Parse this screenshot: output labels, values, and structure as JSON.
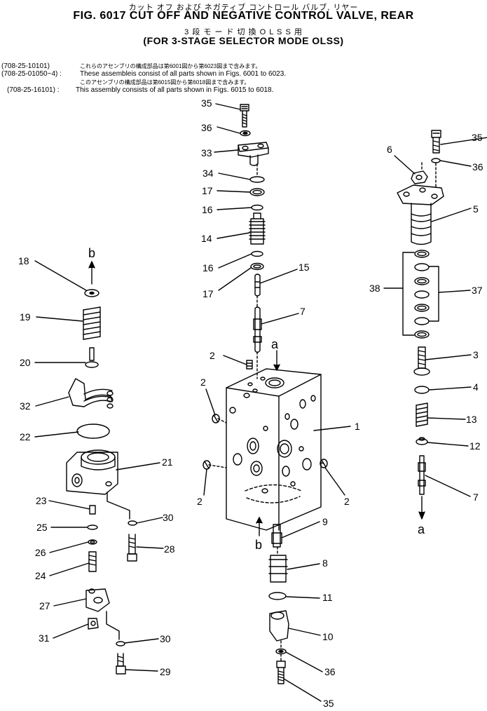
{
  "header": {
    "title_jp": "カット オフ および ネガティブ コントロール バルブ, リヤー",
    "title": "FIG. 6017  CUT OFF AND NEGATIVE CONTROL VALVE, REAR",
    "subtitle_jp": "3 段 モ ー ド 切 換 O L S S 用",
    "subtitle": "(FOR 3-STAGE SELECTOR MODE OLSS)"
  },
  "notes": [
    {
      "code": "(708-25-10101)",
      "text": "これらのアセンブリの構成部品は第6001図から第6023図まで含みます。"
    },
    {
      "code": "(708-25-01050~4) :",
      "text": "These assembleis consist of all parts shown in Figs. 6001 to 6023."
    },
    {
      "code": "",
      "text": "このアセンブリの構成部品は第6015図から第6018図まで含みます。"
    },
    {
      "code": "(708-25-16101) :",
      "text": "This assembly consists of all parts shown in Figs. 6015 to 6018."
    }
  ],
  "callouts": {
    "c35a": "35",
    "c36a": "36",
    "c33": "33",
    "c34": "34",
    "c17a": "17",
    "c16a": "16",
    "c14": "14",
    "c16b": "16",
    "c17b": "17",
    "c15": "15",
    "c7a": "7",
    "c2a": "2",
    "c2b": "2",
    "c1": "1",
    "c2c": "2",
    "c2d": "2",
    "c9": "9",
    "c8": "8",
    "c11": "11",
    "c10": "10",
    "c36b": "36",
    "c35b": "35",
    "c18": "18",
    "c19": "19",
    "c20": "20",
    "c32": "32",
    "c22": "22",
    "c21": "21",
    "c23": "23",
    "c25": "25",
    "c26": "26",
    "c24": "24",
    "c27": "27",
    "c31": "31",
    "c30a": "30",
    "c28": "28",
    "c30b": "30",
    "c29": "29",
    "c35c": "35",
    "c36c": "36",
    "c6": "6",
    "c5": "5",
    "c38": "38",
    "c37": "37",
    "c3": "3",
    "c4": "4",
    "c13": "13",
    "c12": "12",
    "c7b": "7"
  },
  "flow_marks": {
    "b_top": "b",
    "a_top": "a",
    "b_bottom": "b",
    "a_bottom": "a"
  }
}
